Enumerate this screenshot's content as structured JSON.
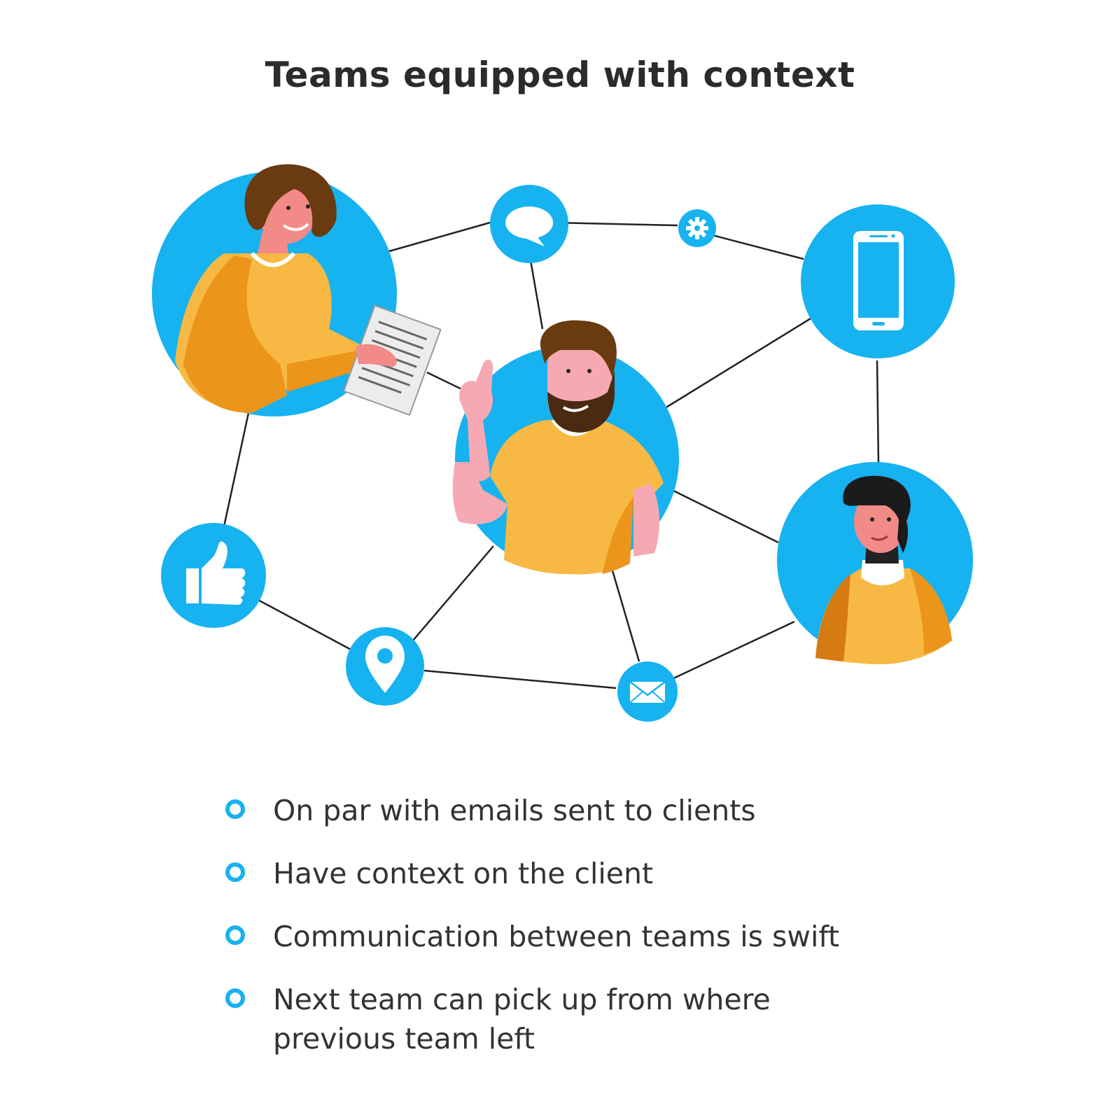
{
  "title": "Teams equipped with context",
  "colors": {
    "accent": "#17b2f0",
    "shirt_yellow": "#f7b944",
    "shirt_orange": "#ec951b",
    "skin_pink": "#f7a9b3",
    "hair_brown": "#6a3a10",
    "text_dark": "#2b2b2b"
  },
  "nodes": [
    {
      "id": "person-woman",
      "icon": "woman-with-document"
    },
    {
      "id": "person-bearded-man",
      "icon": "bearded-man-pointing"
    },
    {
      "id": "person-man-right",
      "icon": "man-with-dark-hair"
    },
    {
      "id": "chat",
      "icon": "chat-bubble-icon"
    },
    {
      "id": "settings",
      "icon": "gear-icon"
    },
    {
      "id": "phone",
      "icon": "smartphone-icon"
    },
    {
      "id": "like",
      "icon": "thumbs-up-icon"
    },
    {
      "id": "location",
      "icon": "location-pin-icon"
    },
    {
      "id": "email",
      "icon": "envelope-icon"
    }
  ],
  "bullets": [
    {
      "text": "On par with emails sent to clients"
    },
    {
      "text": "Have context on the client"
    },
    {
      "text": "Communication between teams is swift"
    },
    {
      "text": "Next team can pick up from where previous team left"
    }
  ]
}
